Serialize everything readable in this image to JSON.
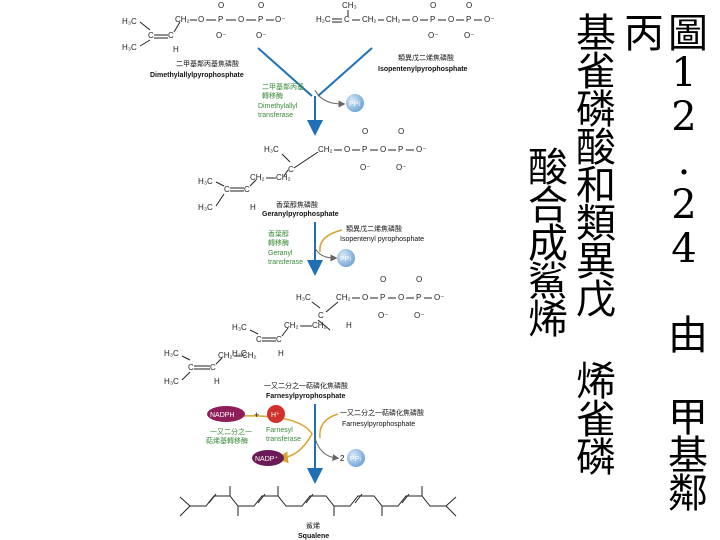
{
  "title": {
    "columns": [
      "圖12.24 由 甲基鄰丙",
      "基雀磷酸和類異戊 烯雀磷",
      "酸合成鯊烯"
    ]
  },
  "diagram": {
    "dmapp": {
      "zh": "二甲基鄰丙基焦磷酸",
      "en": "Dimethylallylpyrophosphate"
    },
    "ipp": {
      "zh": "類異戊二烯焦磷酸",
      "en": "Isopentenylpyrophosphate"
    },
    "enzyme1": {
      "zh_1": "二甲基鄰丙基",
      "zh_2": "轉移酶",
      "en_1": "Dimethylallyl",
      "en_2": "transferase"
    },
    "ppi": "PPi",
    "gpp": {
      "zh": "香葉醇焦磷酸",
      "en": "Geranylpyrophosphate"
    },
    "ipp2": {
      "zh": "類異戊二烯焦磷酸",
      "en": "Isopentenyl pyrophosphate"
    },
    "enzyme2": {
      "zh_1": "香葉醇",
      "zh_2": "轉移酶",
      "en_1": "Geranyl",
      "en_2": "transferase"
    },
    "fpp": {
      "zh": "一又二分之一萜磷化焦磷酸",
      "en": "Farnesylpyrophosphate"
    },
    "fpp2": {
      "zh": "一又二分之一萜磷化焦磷酸",
      "en": "Farnesylpyrophosphate"
    },
    "nadph": "NADPH",
    "plus": "+",
    "h_plus": "H⁺",
    "nadp": "NADP⁺",
    "enzyme3": {
      "zh_1": "一又二分之一",
      "zh_2": "萜烯基轉移酶",
      "en_1": "Farnesyl",
      "en_2": "transferase"
    },
    "two_ppi": "2",
    "squalene": {
      "zh": "鯊烯",
      "en": "Squalene"
    },
    "chem": {
      "h3c": "H₃C",
      "ch3": "CH₃",
      "ch2": "CH₂",
      "h2c": "H₂C",
      "c": "C",
      "h": "H",
      "o": "O",
      "p": "P",
      "o_minus": "O⁻",
      "dash": "—"
    }
  },
  "colors": {
    "arrow_blue": "#1f6fb5",
    "enzyme_green": "#3a8a3a",
    "ppi_bubble": "#8fb8e0",
    "nadph_purple": "#8e1e5a",
    "hplus_red": "#d0312d",
    "yellow_arrow": "#d9a430"
  }
}
